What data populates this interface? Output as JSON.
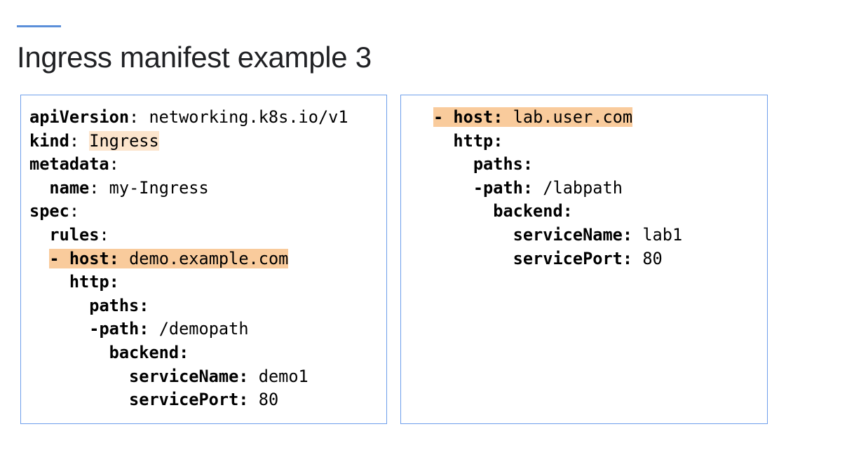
{
  "title": "Ingress manifest example 3",
  "colors": {
    "accent": "#5b8fd9",
    "box_border": "#6d9eeb",
    "highlight": "#f9cb9c",
    "highlight_soft": "#fce5cd"
  },
  "left_box": {
    "lines": [
      {
        "indent": 0,
        "key": "apiVersion",
        "sep": ": ",
        "value": "networking.k8s.io/v1"
      },
      {
        "indent": 0,
        "key": "kind",
        "sep": ": ",
        "value": "Ingress",
        "value_highlight": "soft"
      },
      {
        "indent": 0,
        "key": "metadata",
        "sep": ":",
        "value": ""
      },
      {
        "indent": 2,
        "key": "name",
        "sep": ": ",
        "value": "my-Ingress"
      },
      {
        "indent": 0,
        "key": "spec",
        "sep": ":",
        "value": ""
      },
      {
        "indent": 2,
        "key": "rules",
        "sep": ":",
        "value": ""
      },
      {
        "indent": 2,
        "key": "- host:",
        "sep": " ",
        "value": "demo.example.com",
        "line_highlight": true
      },
      {
        "indent": 4,
        "key": "http:",
        "sep": "",
        "value": ""
      },
      {
        "indent": 6,
        "key": "paths:",
        "sep": "",
        "value": ""
      },
      {
        "indent": 6,
        "key": "-path:",
        "sep": " ",
        "value": "/demopath"
      },
      {
        "indent": 8,
        "key": "backend:",
        "sep": "",
        "value": ""
      },
      {
        "indent": 10,
        "key": "serviceName:",
        "sep": " ",
        "value": "demo1"
      },
      {
        "indent": 10,
        "key": "servicePort:",
        "sep": " ",
        "value": "80"
      }
    ]
  },
  "right_box": {
    "lines": [
      {
        "indent": 0,
        "key": "- host:",
        "sep": " ",
        "value": "lab.user.com",
        "line_highlight": true
      },
      {
        "indent": 2,
        "key": "http:",
        "sep": "",
        "value": ""
      },
      {
        "indent": 4,
        "key": "paths:",
        "sep": "",
        "value": ""
      },
      {
        "indent": 4,
        "key": "-path:",
        "sep": " ",
        "value": "/labpath"
      },
      {
        "indent": 6,
        "key": "backend:",
        "sep": "",
        "value": ""
      },
      {
        "indent": 8,
        "key": "serviceName:",
        "sep": " ",
        "value": "lab1"
      },
      {
        "indent": 8,
        "key": "servicePort:",
        "sep": " ",
        "value": "80"
      }
    ]
  }
}
